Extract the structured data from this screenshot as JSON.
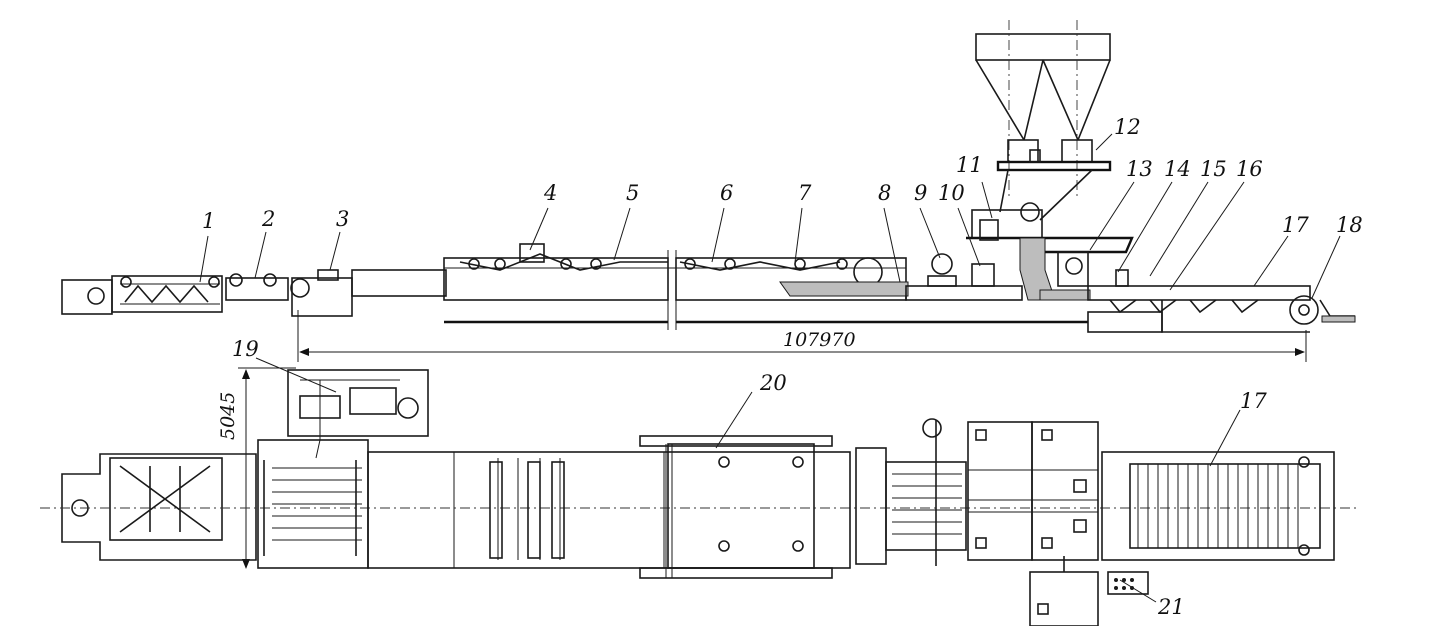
{
  "callouts": [
    "1",
    "2",
    "3",
    "4",
    "5",
    "6",
    "7",
    "8",
    "9",
    "10",
    "11",
    "12",
    "13",
    "14",
    "15",
    "16",
    "17",
    "18",
    "19",
    "20",
    "17",
    "21"
  ],
  "dimensions": {
    "length": "107970",
    "width": "5045"
  }
}
